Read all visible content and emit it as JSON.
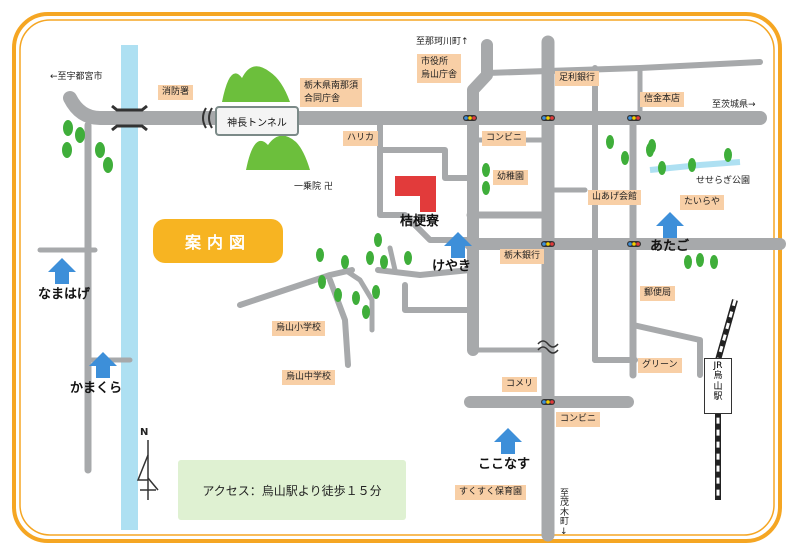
{
  "title": "案内図",
  "access": "アクセス：烏山駅より徒歩１５分",
  "directions": {
    "utsunomiya": "←至宇都宮市",
    "nakagawa": "至那珂川町↑",
    "ibaraki": "至茨城県→",
    "motegi": "至茂木町↓"
  },
  "tunnel": "神長トンネル",
  "north": "N",
  "landmarks": {
    "shobosho": "消防署",
    "tochigi_office_1": "栃木県南那須",
    "tochigi_office_2": "合同庁舎",
    "city_hall_1": "市役所",
    "city_hall_2": "烏山庁舎",
    "ashikaga_bank": "足利銀行",
    "shinkin": "信金本店",
    "harika": "ハリカ",
    "konbini_1": "コンビニ",
    "kindergarten": "幼稚園",
    "ichijoin": "一乗院 卍",
    "kikyoryo": "桔梗寮",
    "yamaage": "山あげ会館",
    "seseragi": "せせらぎ公園",
    "tairaya": "たいらや",
    "tochigi_bank": "栃木銀行",
    "karasuyama_elem": "烏山小学校",
    "karasuyama_jhs": "烏山中学校",
    "post_office": "郵便局",
    "green": "グリーン",
    "komeri": "コメリ",
    "konbini_2": "コンビニ",
    "sukusuku": "すくすく保育園",
    "jr_station_1": "JR",
    "jr_station_2": "烏",
    "jr_station_3": "山",
    "jr_station_4": "駅"
  },
  "facilities": {
    "keyaki": "けやき",
    "atako": "あたご",
    "namahage": "なまはげ",
    "kamakura": "かまくら",
    "kokonasu": "ここなす"
  },
  "colors": {
    "frame": "#f5a623",
    "road": "#a7a9ab",
    "river": "#aee0f2",
    "box": "#f8cfa6",
    "arrow": "#3d8fd9",
    "kikyoryo": "#e23b3b",
    "tree": "#3fae3a",
    "mountain": "#6cbf3c"
  }
}
